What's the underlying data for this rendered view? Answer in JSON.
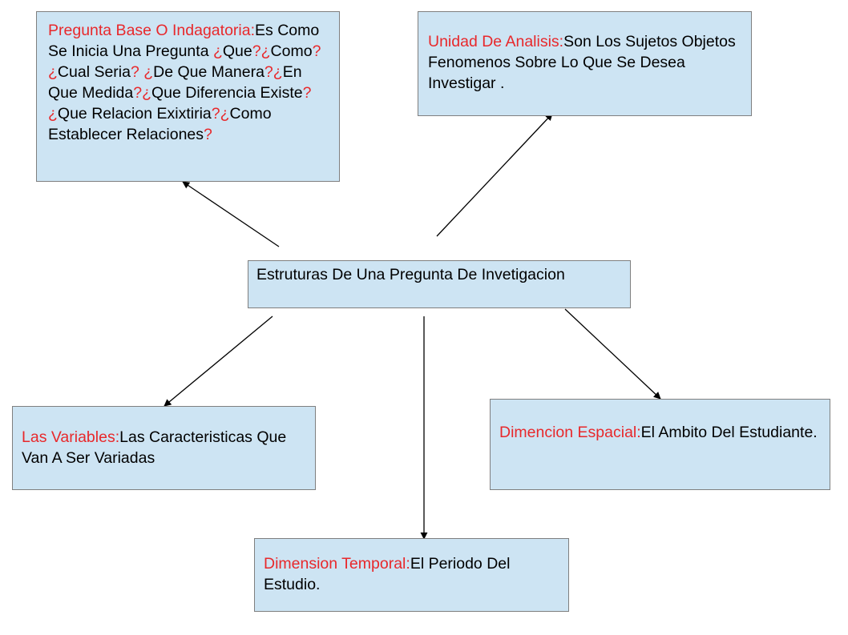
{
  "center": {
    "title": "Estruturas De Una Pregunta De Invetigacion"
  },
  "nodes": {
    "pregunta_base": {
      "title": "Pregunta Base O Indagatoria:",
      "text_1": "Es Como Se Inicia Una Pregunta ",
      "text_2": "Que",
      "text_3": "Como",
      "text_4": "Cual Seria",
      "text_5": "De Que Manera",
      "text_6": "En Que Medida",
      "text_7": "Que Diferencia Existe",
      "text_8": "Que Relacion Exixtiria",
      "text_9": "Como Establecer Relaciones",
      "q_open": "¿",
      "q_close": "?"
    },
    "unidad_analisis": {
      "title": "Unidad De Analisis:",
      "text": "Son Los Sujetos Objetos Fenomenos Sobre Lo Que Se Desea Investigar ."
    },
    "variables": {
      "title": "Las Variables:",
      "text": "Las Caracteristicas Que Van A Ser Variadas"
    },
    "dimension_espacial": {
      "title": "Dimencion Espacial:",
      "text": "El Ambito Del Estudiante."
    },
    "dimension_temporal": {
      "title": "Dimension Temporal:",
      "text": "El Periodo Del Estudio."
    }
  },
  "colors": {
    "box_fill": "#cde4f3",
    "box_border": "#7f7f7f",
    "title_red": "#e8282b",
    "text": "#000000",
    "arrow": "#000000"
  }
}
